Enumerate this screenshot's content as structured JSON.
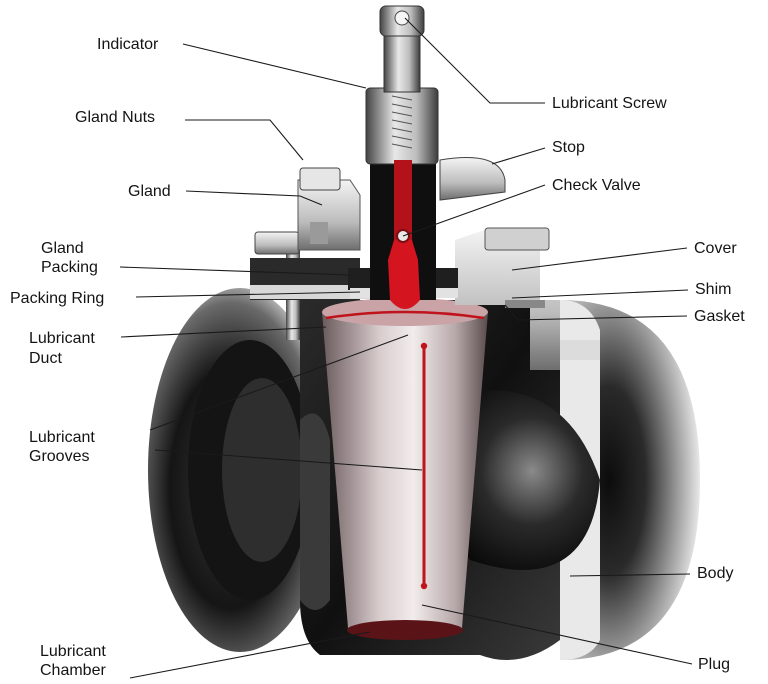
{
  "labels": {
    "indicator": "Indicator",
    "gland_nuts": "Gland Nuts",
    "gland": "Gland",
    "gland_packing_1": "Gland",
    "gland_packing_2": "Packing",
    "packing_ring": "Packing Ring",
    "lubricant_duct_1": "Lubricant",
    "lubricant_duct_2": "Duct",
    "lubricant_grooves_1": "Lubricant",
    "lubricant_grooves_2": "Grooves",
    "lubricant_chamber_1": "Lubricant",
    "lubricant_chamber_2": "Chamber",
    "lubricant_screw": "Lubricant Screw",
    "stop": "Stop",
    "check_valve": "Check Valve",
    "cover": "Cover",
    "shim": "Shim",
    "gasket": "Gasket",
    "body": "Body",
    "plug": "Plug"
  },
  "colors": {
    "metal_dark": "#1c1c1c",
    "metal_mid": "#6a6a6a",
    "metal_light": "#e6e6e6",
    "lubricant_red": "#c0141c",
    "background": "#ffffff"
  }
}
